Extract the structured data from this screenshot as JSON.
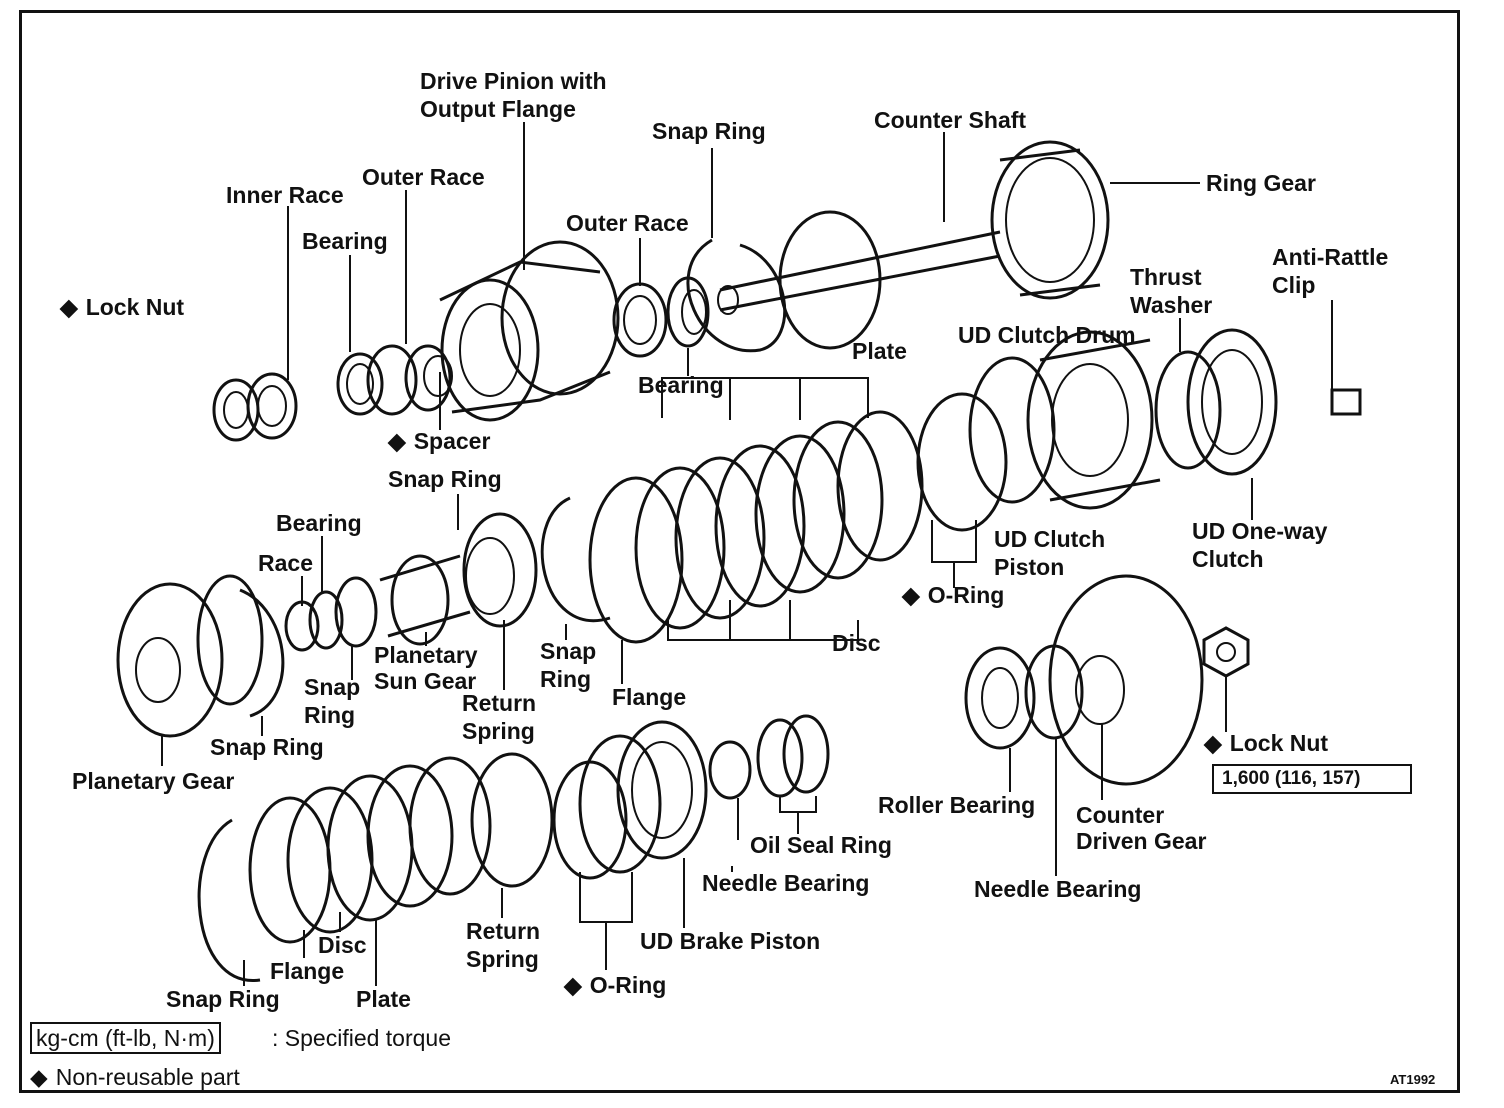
{
  "labels": {
    "drive_pinion": "Drive Pinion with",
    "drive_pinion_2": "Output Flange",
    "snap_ring_top": "Snap Ring",
    "counter_shaft": "Counter Shaft",
    "ring_gear": "Ring Gear",
    "inner_race": "Inner Race",
    "outer_race_1": "Outer Race",
    "outer_race_2": "Outer Race",
    "bearing_1": "Bearing",
    "lock_nut_1": "Lock Nut",
    "anti_rattle": "Anti-Rattle",
    "anti_rattle_2": "Clip",
    "thrust_washer": "Thrust",
    "thrust_washer_2": "Washer",
    "ud_clutch_drum": "UD Clutch Drum",
    "plate_1": "Plate",
    "bearing_2": "Bearing",
    "spacer": "Spacer",
    "snap_ring_2": "Snap Ring",
    "bearing_3": "Bearing",
    "race": "Race",
    "ud_clutch_piston": "UD Clutch",
    "ud_clutch_piston_2": "Piston",
    "ud_one_way": "UD One-way",
    "ud_one_way_2": "Clutch",
    "o_ring_1": "O-Ring",
    "disc_1": "Disc",
    "snap_ring_3": "Snap",
    "snap_ring_3b": "Ring",
    "planetary_sun": "Planetary",
    "planetary_sun_2": "Sun Gear",
    "snap_ring_4": "Snap",
    "snap_ring_4b": "Ring",
    "flange_1": "Flange",
    "return_spring_1": "Return",
    "return_spring_1b": "Spring",
    "snap_ring_5": "Snap Ring",
    "planetary_gear": "Planetary Gear",
    "lock_nut_2": "Lock Nut",
    "torque_value": "1,600 (116, 157)",
    "roller_bearing": "Roller Bearing",
    "counter_driven": "Counter",
    "counter_driven_2": "Driven Gear",
    "oil_seal_ring": "Oil Seal Ring",
    "needle_bearing_1": "Needle Bearing",
    "needle_bearing_2": "Needle Bearing",
    "ud_brake_piston": "UD Brake Piston",
    "return_spring_2": "Return",
    "return_spring_2b": "Spring",
    "disc_2": "Disc",
    "flange_2": "Flange",
    "snap_ring_6": "Snap Ring",
    "plate_2": "Plate",
    "o_ring_2": "O-Ring"
  },
  "legend": {
    "torque_unit": "kg-cm (ft-lb, N·m)",
    "torque_desc": ": Specified torque",
    "nonreusable": "Non-reusable part"
  },
  "figure_id": "AT1992"
}
